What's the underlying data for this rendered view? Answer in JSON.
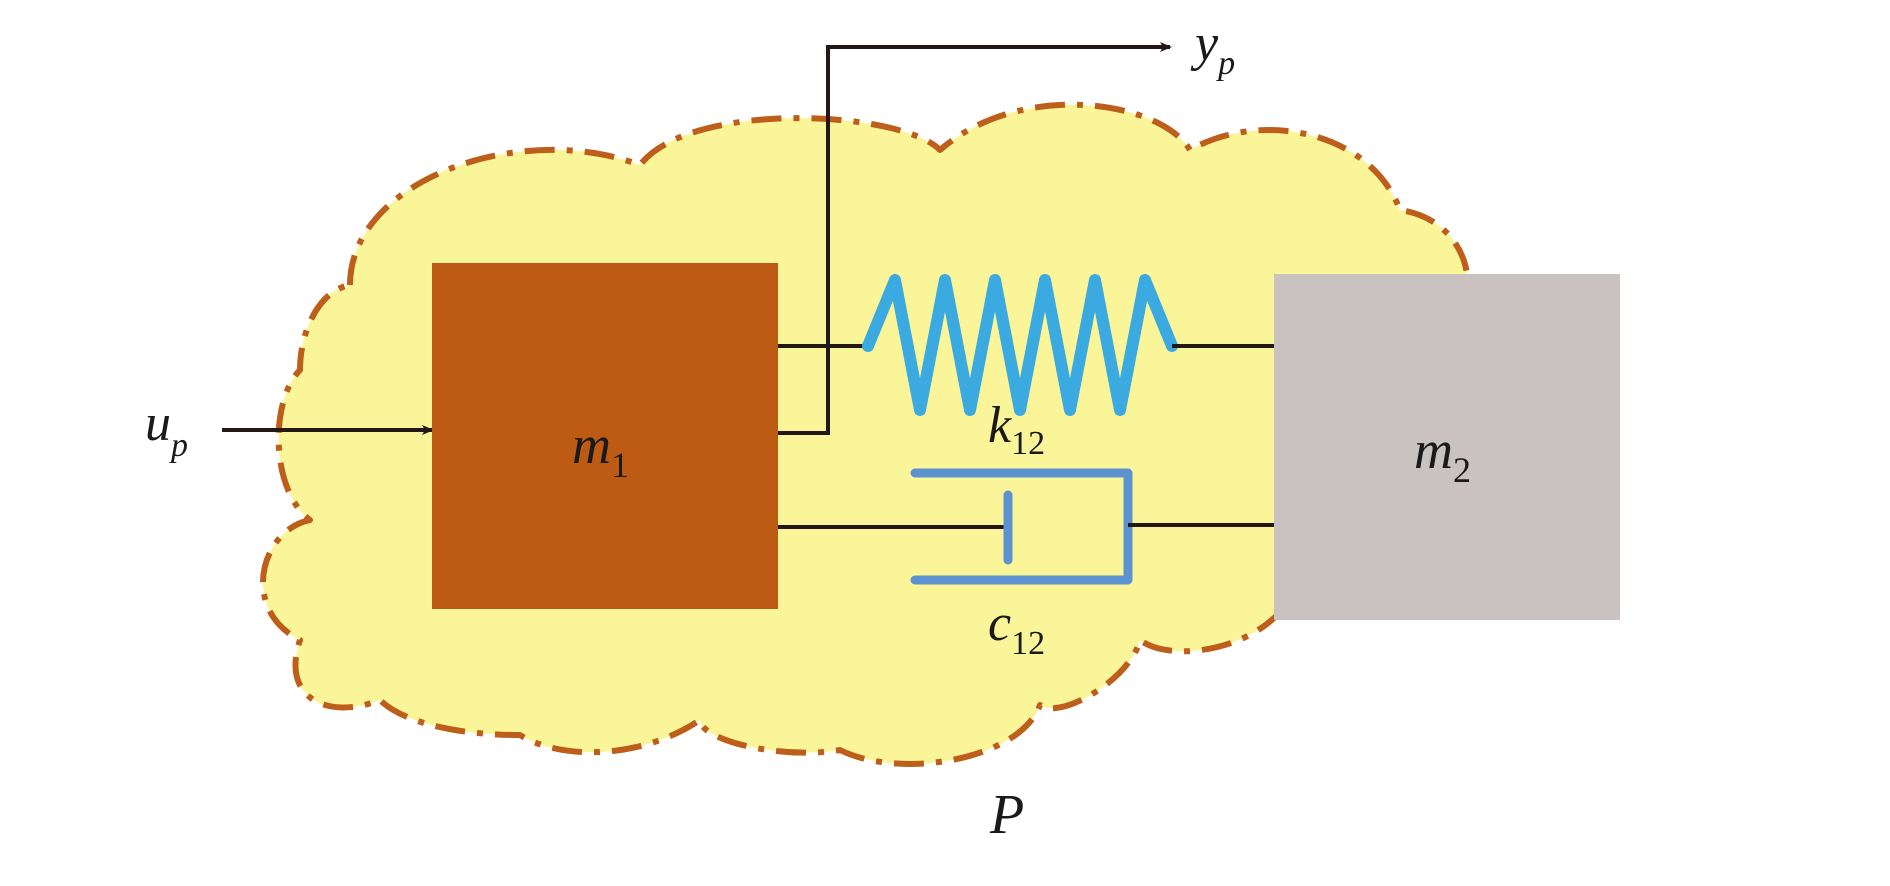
{
  "diagram": {
    "labels": {
      "input": {
        "main": "u",
        "sub": "p"
      },
      "output": {
        "main": "y",
        "sub": "p"
      },
      "mass1": {
        "main": "m",
        "sub": "1"
      },
      "mass2": {
        "main": "m",
        "sub": "2"
      },
      "spring": {
        "main": "k",
        "sub": "12"
      },
      "damper": {
        "main": "c",
        "sub": "12"
      },
      "plant": {
        "main": "P"
      }
    },
    "colors": {
      "cloud_fill": "#fbf59a",
      "cloud_border": "#bd5e1a",
      "mass1": "#bd5b14",
      "mass2": "#c9c2c0",
      "spring": "#3aaae1",
      "damper": "#5b92cf",
      "line": "#231815"
    }
  }
}
